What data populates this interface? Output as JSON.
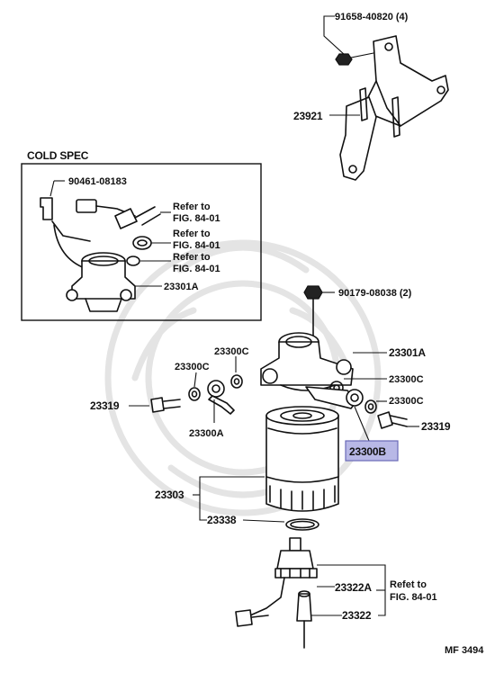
{
  "cold_spec": {
    "title": "COLD SPEC",
    "part_90461": "90461-08183",
    "refer_1a": "Refer to",
    "refer_1b": "FIG. 84-01",
    "refer_2a": "Refer to",
    "refer_2b": "FIG. 84-01",
    "refer_3a": "Refer to",
    "refer_3b": "FIG. 84-01",
    "part_23301a": "23301A"
  },
  "parts": {
    "p91658": "91658-40820 (4)",
    "p23921": "23921",
    "p90179": "90179-08038 (2)",
    "p23301a": "23301A",
    "p23300c_a": "23300C",
    "p23300c_b": "23300C",
    "p23300c_c": "23300C",
    "p23300c_d": "23300C",
    "p23319_left": "23319",
    "p23319_right": "23319",
    "p23300a": "23300A",
    "p23300b": "23300B",
    "p23303": "23303",
    "p23338": "23338",
    "p23322a": "23322A",
    "p23322": "23322",
    "refet_a": "Refet to",
    "refet_b": "FIG. 84-01"
  },
  "figure_code": "MF 3494",
  "colors": {
    "highlight_fill": "#b8b8e6",
    "highlight_stroke": "#6a6ab8",
    "ink": "#111111"
  }
}
